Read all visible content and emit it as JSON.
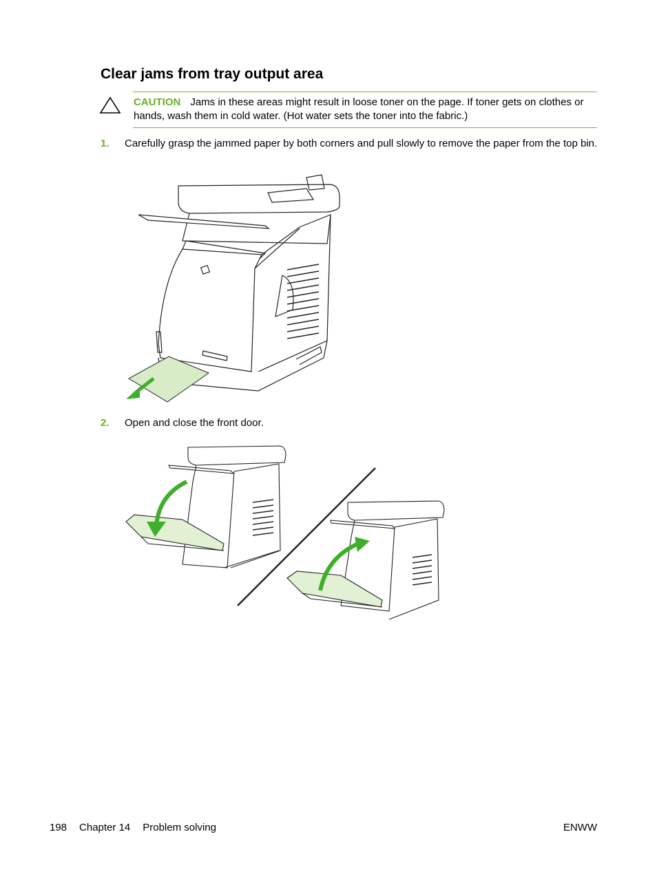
{
  "heading": "Clear jams from tray output area",
  "caution": {
    "label": "CAUTION",
    "text": "Jams in these areas might result in loose toner on the page. If toner gets on clothes or hands, wash them in cold water. (Hot water sets the toner into the fabric.)"
  },
  "steps": [
    {
      "number": "1.",
      "text": "Carefully grasp the jammed paper by both corners and pull slowly to remove the paper from the top bin."
    },
    {
      "number": "2.",
      "text": "Open and close the front door."
    }
  ],
  "footer": {
    "page_number": "198",
    "chapter": "Chapter 14",
    "section": "Problem solving",
    "right": "ENWW"
  },
  "colors": {
    "accent_green": "#6ab023",
    "arrow_green": "#3fae2a",
    "paper_green": "#d8ecc8"
  }
}
